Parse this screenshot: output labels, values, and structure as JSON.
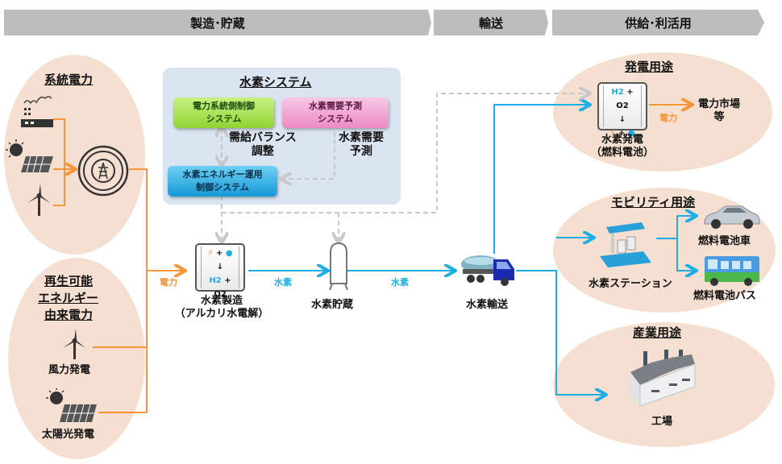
{
  "phases": [
    {
      "label": "製造･貯蔵"
    },
    {
      "label": "輸送"
    },
    {
      "label": "供給･利活用"
    }
  ],
  "sources": {
    "grid": {
      "title": "系統電力",
      "icons": [
        "factory-icon",
        "solar-panel-icon",
        "wind-turbine-icon",
        "power-grid-icon"
      ]
    },
    "renewable": {
      "title_lines": [
        "再生可能",
        "エネルギー",
        "由来電力"
      ],
      "wind_label": "風力発電",
      "solar_label": "太陽光発電"
    }
  },
  "hydrogen_system": {
    "title": "水素システム",
    "grid_control": {
      "line1": "電力系統側制御",
      "line2": "システム",
      "color": "#a4e24a"
    },
    "demand_forecast": {
      "line1": "水素需要予測",
      "line2": "システム",
      "color": "#f3a2d3"
    },
    "energy_control": {
      "line1": "水素エネルギー運用",
      "line2": "制御システム",
      "color": "#22a7e0"
    },
    "balance_label": {
      "line1": "需給バランス",
      "line2": "調整"
    },
    "demand_label": {
      "line1": "水素需要",
      "line2": "予測"
    }
  },
  "process": {
    "production": {
      "line1": "水素製造",
      "line2": "（アルカリ水電解）",
      "eq_top": "⚡ + 💧",
      "eq_bottom_h2": "H2",
      "eq_bottom_rest": "+ O2"
    },
    "storage": {
      "label": "水素貯蔵"
    },
    "transport": {
      "label": "水素輸送"
    }
  },
  "flow_labels": {
    "power_in": "電力",
    "h2_1": "水素",
    "h2_2": "水素",
    "power_out": "電力"
  },
  "uses": {
    "power": {
      "title": "発電用途",
      "device_line1": "水素発電",
      "device_line2": "（燃料電池）",
      "eq_top_h2": "H2",
      "eq_top_rest": "+ O2",
      "market_line1": "電力市場",
      "market_line2": "等"
    },
    "mobility": {
      "title": "モビリティ用途",
      "station": "水素ステーション",
      "car": "燃料電池車",
      "bus": "燃料電池バス"
    },
    "industry": {
      "title": "産業用途",
      "factory": "工場"
    }
  },
  "colors": {
    "power_line": "#f7953b",
    "hydrogen_line": "#1eaee6",
    "control_line": "#c8c8c8",
    "ellipse_fill": "#f5dfd1",
    "system_box": "#dbe5f1"
  }
}
